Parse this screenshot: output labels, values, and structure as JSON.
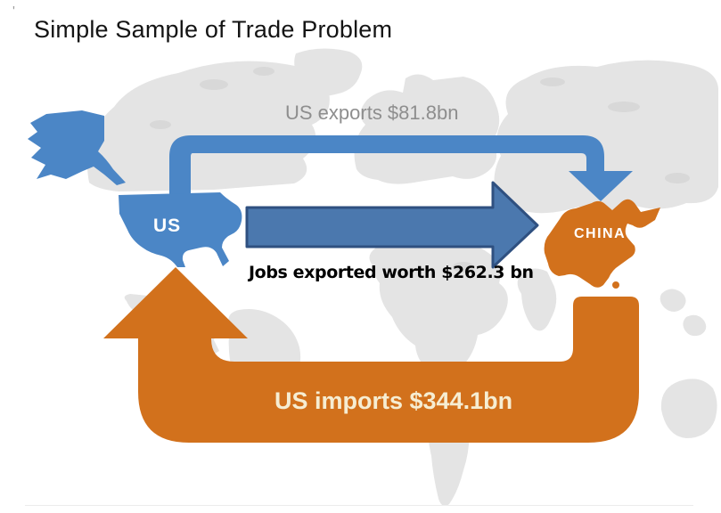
{
  "title": "Simple Sample of Trade Problem",
  "stray_mark": "'",
  "diagram": {
    "type": "trade-flow",
    "countries": {
      "us": {
        "label": "US",
        "color": "#4b86c6"
      },
      "china": {
        "label": "CHINA",
        "color": "#d2711c"
      }
    },
    "flows": {
      "exports": {
        "label": "US exports $81.8bn",
        "from": "US",
        "to": "China",
        "value_bn": 81.8,
        "color": "#4b86c6"
      },
      "jobs": {
        "label": "Jobs exported worth $262.3 bn",
        "from": "US",
        "to": "China",
        "value_bn": 262.3,
        "color": "#4b78ae"
      },
      "imports": {
        "label": "US imports $344.1bn",
        "from": "China",
        "to": "US",
        "value_bn": 344.1,
        "color": "#d2711c"
      }
    }
  },
  "colors": {
    "us_blue": "#4b86c6",
    "arrow_blue_fill": "#4b78ae",
    "arrow_blue_border": "#2f5080",
    "china_orange": "#d2711c",
    "map_gray": "#e4e4e4",
    "map_gray_dark": "#d8d8d8",
    "exports_text_gray": "#8e8e8e",
    "imports_text_cream": "#f6edd2",
    "title_black": "#141414"
  }
}
